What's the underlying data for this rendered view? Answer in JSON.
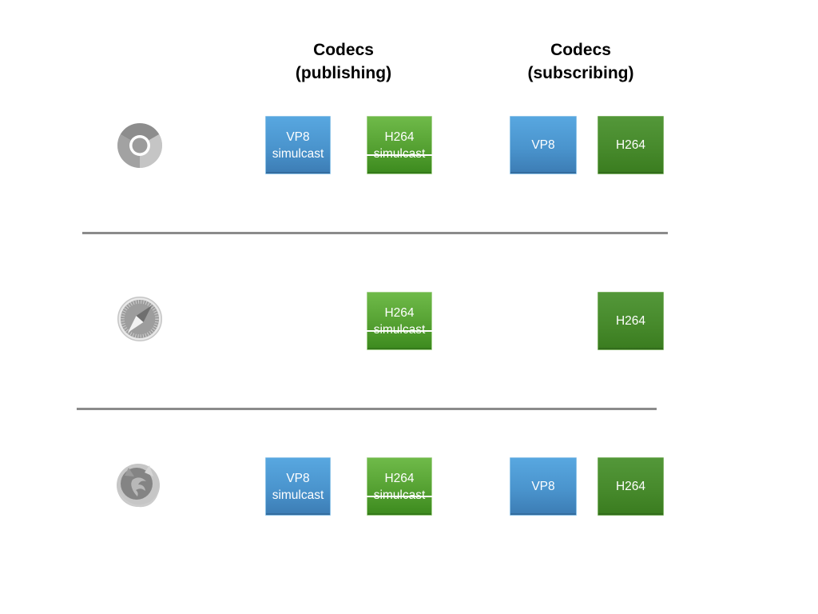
{
  "headers": {
    "publishing": {
      "line1": "Codecs",
      "line2": "(publishing)"
    },
    "subscribing": {
      "line1": "Codecs",
      "line2": "(subscribing)"
    }
  },
  "rows": [
    {
      "browser": "Chrome",
      "icon": "chrome-icon",
      "publishing": [
        {
          "line1": "VP8",
          "line2": "simulcast",
          "color": "blue",
          "struck": false
        },
        {
          "line1": "H264",
          "line2": "simulcast",
          "color": "green",
          "struck": true
        }
      ],
      "subscribing": [
        {
          "label": "VP8",
          "color": "blue"
        },
        {
          "label": "H264",
          "color": "green-dark"
        }
      ]
    },
    {
      "browser": "Safari",
      "icon": "safari-icon",
      "publishing": [
        {
          "line1": "H264",
          "line2": "simulcast",
          "color": "green",
          "struck": true
        }
      ],
      "subscribing": [
        {
          "label": "H264",
          "color": "green-dark"
        }
      ]
    },
    {
      "browser": "Firefox",
      "icon": "firefox-icon",
      "publishing": [
        {
          "line1": "VP8",
          "line2": "simulcast",
          "color": "blue",
          "struck": false
        },
        {
          "line1": "H264",
          "line2": "simulcast",
          "color": "green",
          "struck": true
        }
      ],
      "subscribing": [
        {
          "label": "VP8",
          "color": "blue"
        },
        {
          "label": "H264",
          "color": "green-dark"
        }
      ]
    }
  ],
  "colors": {
    "vp8_box_top": "#58a7e0",
    "vp8_box_bottom": "#3c7cb4",
    "h264_publish_top": "#6fba49",
    "h264_publish_bottom": "#3c8a1e",
    "h264_subscribe_top": "#539739",
    "h264_subscribe_bottom": "#3a7c1f",
    "box_text": "#ffffff",
    "header_text": "#000000",
    "divider": "#8b8b8b",
    "background": "#ffffff"
  }
}
